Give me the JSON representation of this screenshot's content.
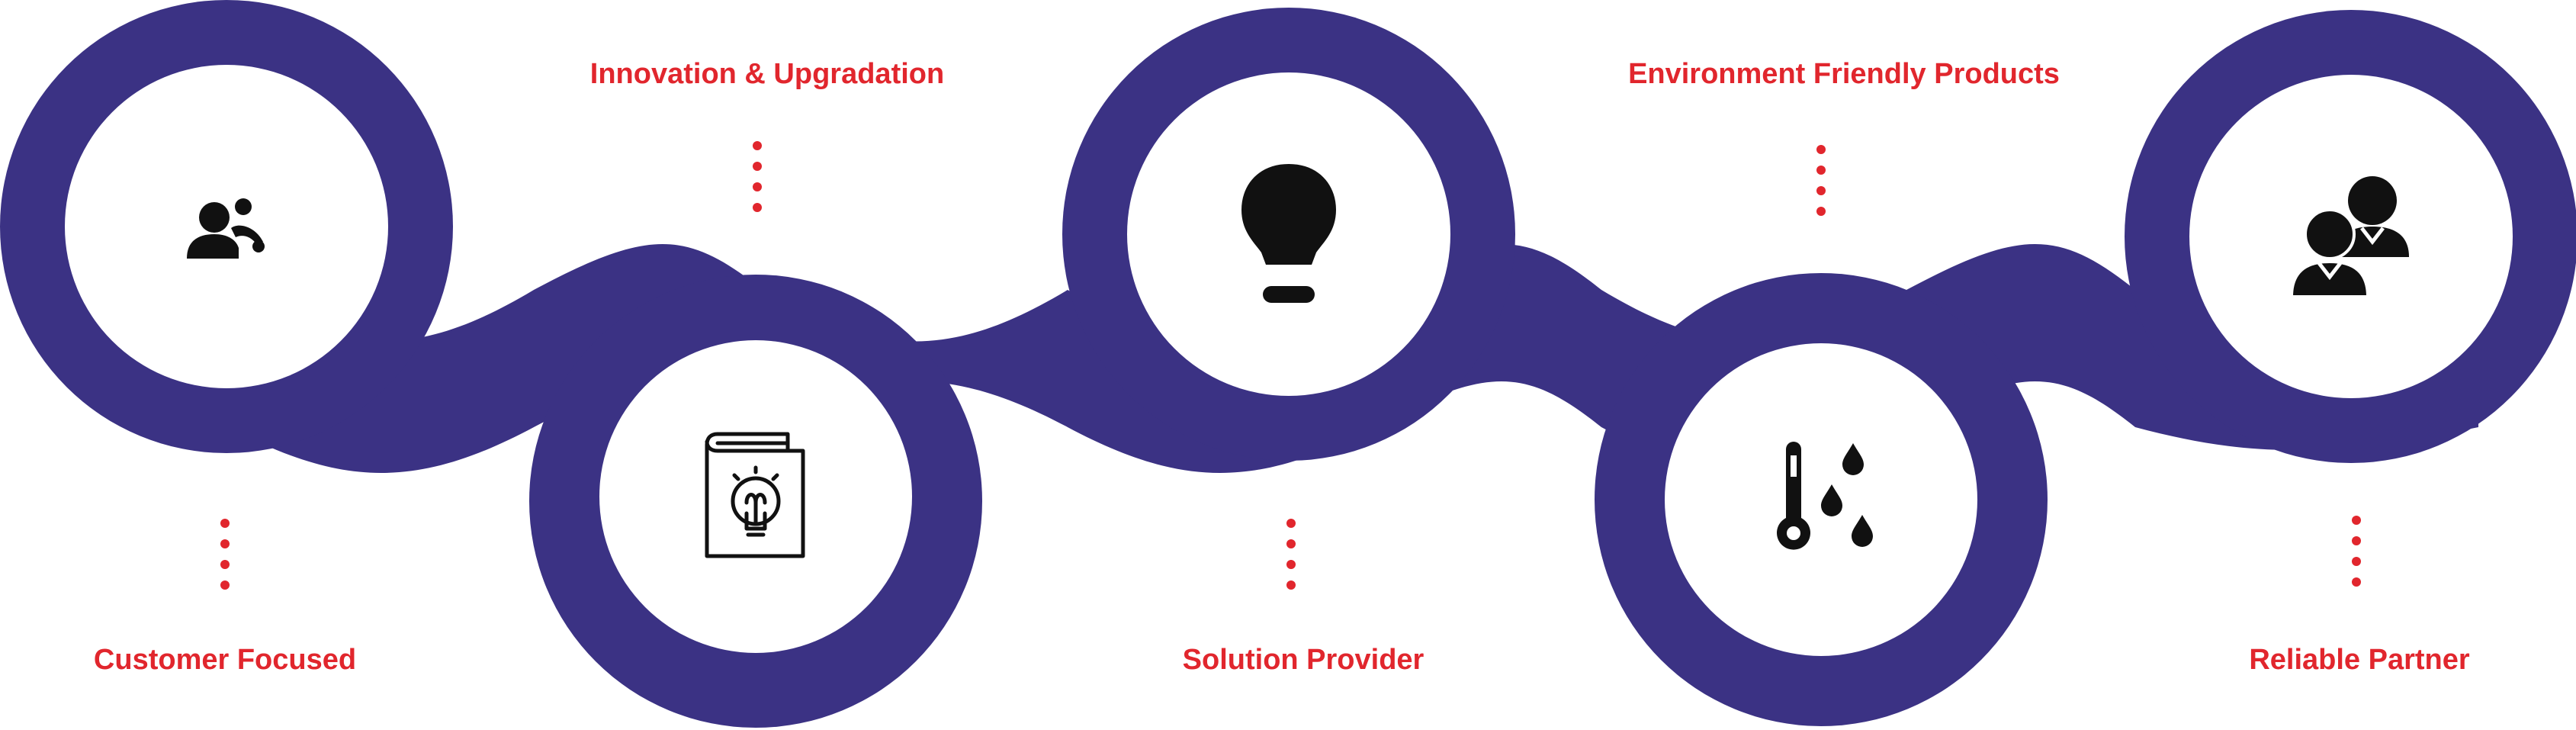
{
  "steps": [
    {
      "label": "Customer Focused",
      "icon": "customer-icon"
    },
    {
      "label": "Innovation & Upgradation",
      "icon": "innovation-book-icon"
    },
    {
      "label": "Solution Provider",
      "icon": "lightbulb-icon"
    },
    {
      "label": "Environment Friendly Products",
      "icon": "thermometer-drops-icon"
    },
    {
      "label": "Reliable Partner",
      "icon": "partners-icon"
    }
  ],
  "colors": {
    "band": "#3b3284",
    "label": "#e1262d",
    "icon": "#111111"
  }
}
